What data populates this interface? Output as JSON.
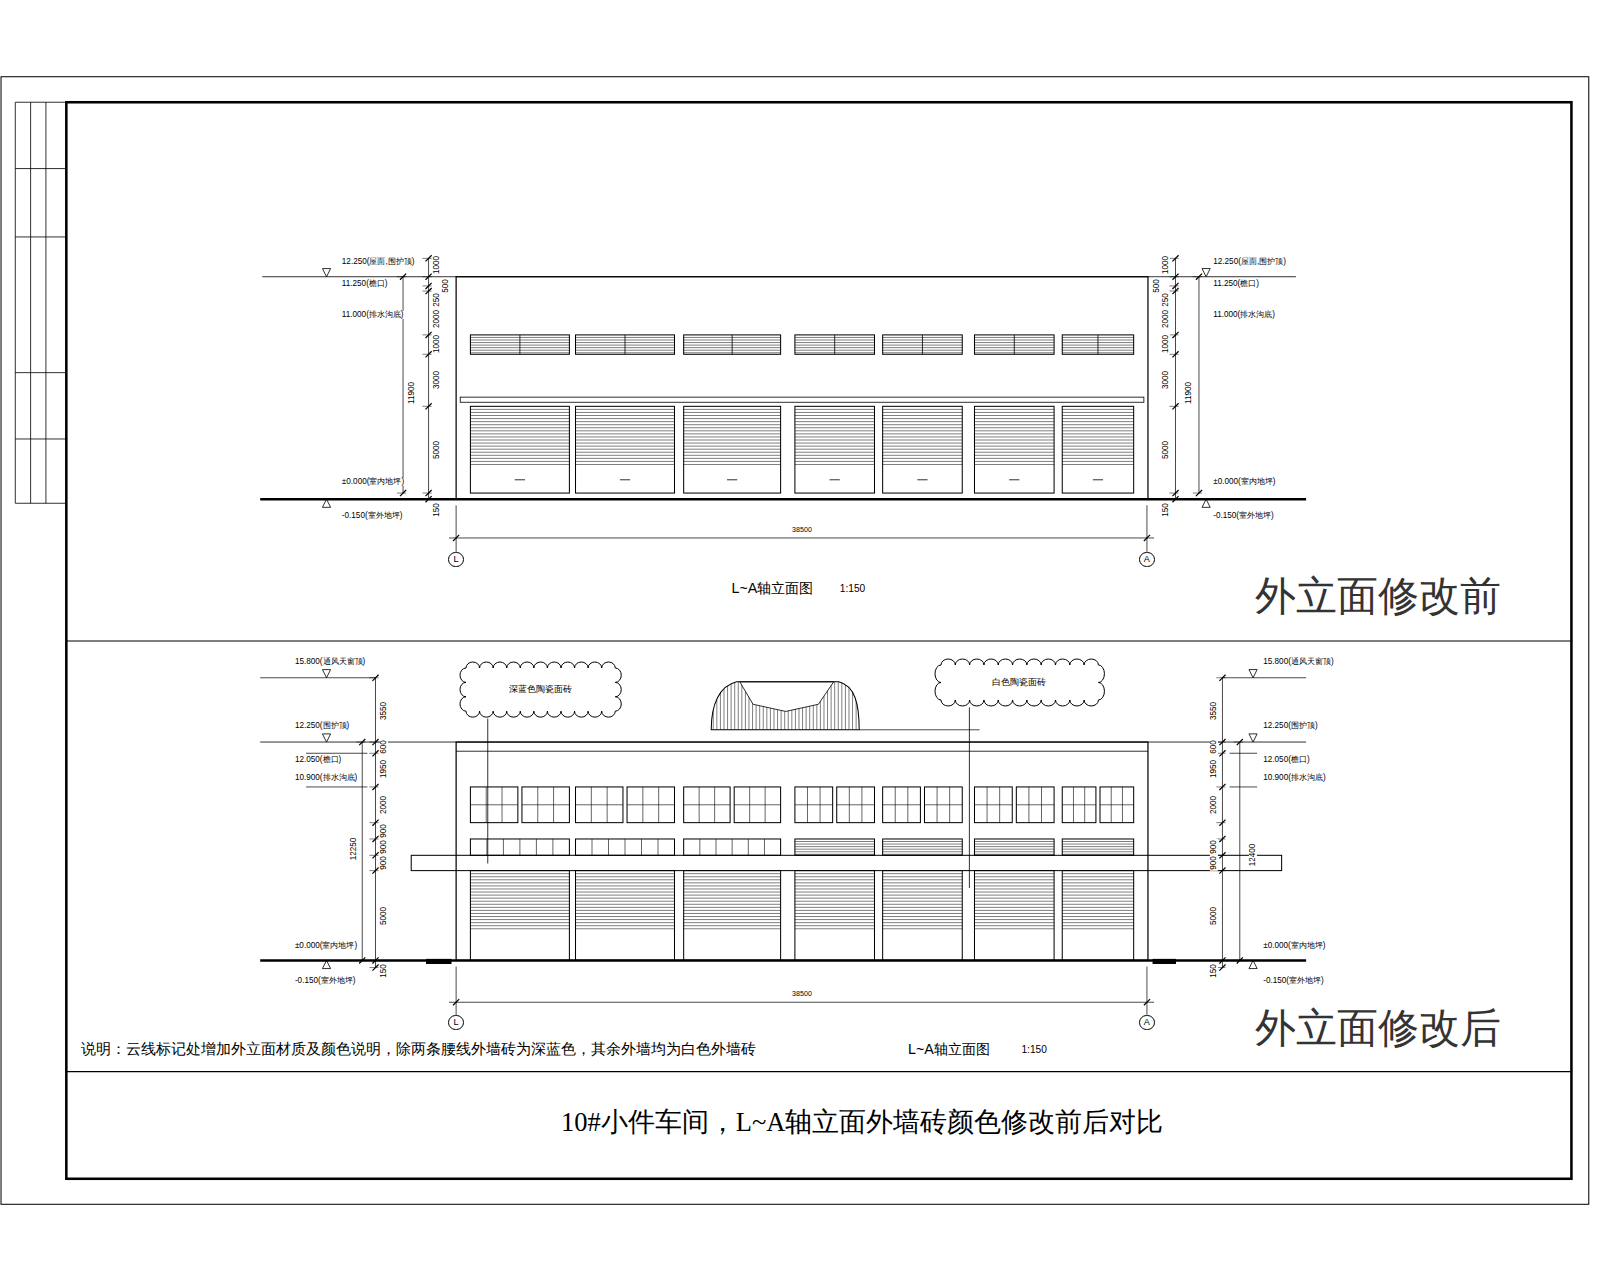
{
  "diagram": {
    "title": "10#小件车间，L~A轴立面外墙砖颜色修改前后对比",
    "nodes": [
      {
        "text": [
          "L"
        ]
      },
      {
        "text": [
          "A"
        ]
      },
      {
        "text": [
          "深蓝色陶瓷面砖"
        ]
      },
      {
        "text": [
          "白色陶瓷面砖"
        ]
      },
      {
        "text": [
          "L"
        ]
      },
      {
        "text": [
          "A"
        ]
      }
    ],
    "labels": [
      "12.250(屋面,围护顶)",
      "11.250(檐口)",
      "11.000(排水沟底)",
      "±0.000(室内地坪)",
      "-0.150(室外地坪)",
      "12.250(屋面,围护顶)",
      "11.250(檐口)",
      "11.000(排水沟底)",
      "±0.000(室内地坪)",
      "-0.150(室外地坪)",
      "1000",
      "500",
      "250",
      "2000",
      "1000",
      "3000",
      "5000",
      "150",
      "11900",
      "1000",
      "500",
      "250",
      "2000",
      "1000",
      "3000",
      "5000",
      "150",
      "11900",
      "38500",
      "L~A轴立面图",
      "1:150",
      "外立面修改前",
      "15.800(通风天窗顶)",
      "12.250(围护顶)",
      "12.050(檐口)",
      "10.900(排水沟底)",
      "±0.000(室内地坪)",
      "-0.150(室外地坪)",
      "15.800(通风天窗顶)",
      "12.250(围护顶)",
      "12.050(檐口)",
      "10.900(排水沟底)",
      "±0.000(室内地坪)",
      "-0.150(室外地坪)",
      "3550",
      "600",
      "1950",
      "2000",
      "900",
      "900",
      "900",
      "5000",
      "150",
      "12250",
      "3550",
      "600",
      "1950",
      "2000",
      "900",
      "900",
      "5000",
      "150",
      "12400",
      "38500",
      "说明：云线标记处增加外立面材质及颜色说明，除两条腰线外墙砖为深蓝色，其余外墙均为白色外墙砖",
      "L~A轴立面图",
      "1:150",
      "外立面修改后"
    ]
  }
}
